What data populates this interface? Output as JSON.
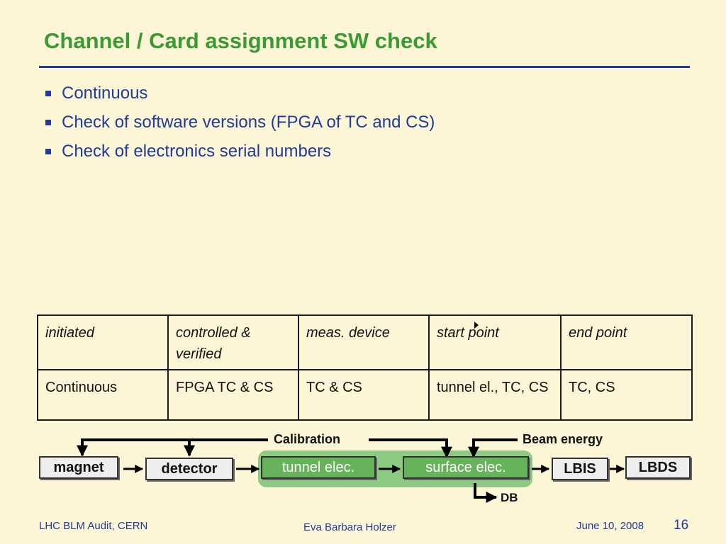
{
  "slide": {
    "title": "Channel / Card assignment SW check",
    "bullets": [
      "Continuous",
      "Check of software versions (FPGA of TC and CS)",
      "Check of electronics serial numbers"
    ]
  },
  "table": {
    "headers": [
      "initiated",
      "controlled & verified",
      "meas. device",
      "start point",
      "end point"
    ],
    "rows": [
      [
        "Continuous",
        "FPGA TC & CS",
        "TC & CS",
        "tunnel el., TC, CS",
        "TC, CS"
      ]
    ]
  },
  "diagram": {
    "labels": {
      "calibration": "Calibration",
      "beam_energy": "Beam energy",
      "db": "DB"
    },
    "boxes": [
      "magnet",
      "detector",
      "tunnel elec.",
      "surface elec.",
      "LBIS",
      "LBDS"
    ]
  },
  "footer": {
    "left": "LHC BLM Audit, CERN",
    "center": "Eva Barbara Holzer",
    "date": "June 10, 2008",
    "page": "16"
  },
  "colors": {
    "background": "#fdf6d6",
    "title": "#3b9a34",
    "accent_blue": "#1f3c9a",
    "green_zone": "#8dca82",
    "green_box": "#66b35c"
  }
}
